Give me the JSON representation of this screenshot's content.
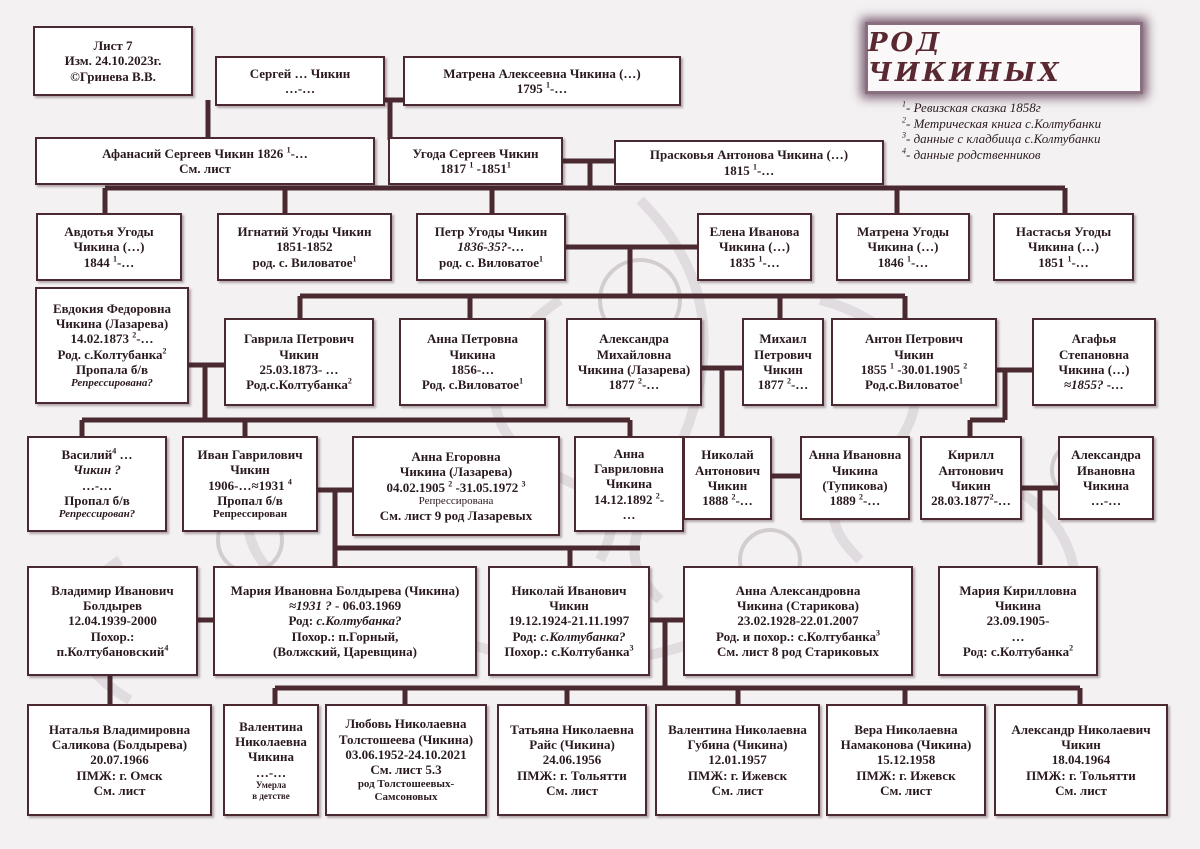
{
  "sheet": {
    "line1": "Лист 7",
    "line2": "Изм. 24.10.2023г.",
    "line3": "©Гринева В.В."
  },
  "title": "РОД ЧИКИНЫХ",
  "legend": [
    {
      "num": "1",
      "text": "- Ревизская сказка 1858г"
    },
    {
      "num": "2",
      "text": "- Метрическая книга с.Колтубанки"
    },
    {
      "num": "3",
      "text": "- данные с кладбища с.Колтубанки"
    },
    {
      "num": "4",
      "text": "- данные родственников"
    }
  ],
  "people": {
    "sergey": {
      "l1": "Сергей … Чикин",
      "l2": "…-…"
    },
    "matrena_a": {
      "l1": "Матрена Алексеевна Чикина (…)",
      "l2a": "1795 ",
      "l2s": "1",
      "l2b": "-…"
    },
    "afanasiy": {
      "l1a": "Афанасий Сергеев Чикин  1826 ",
      "l1s": "1",
      "l1b": "-…",
      "l2": "См. лист"
    },
    "ugoda": {
      "l1": "Угода Сергеев Чикин",
      "l2a": "1817 ",
      "l2s": "1",
      "l2b": " -1851",
      "l2s2": "1"
    },
    "praskovya": {
      "l1": "Прасковья Антонова Чикина (…)",
      "l2a": "1815 ",
      "l2s": "1",
      "l2b": "-…"
    },
    "avdotya": {
      "l1": "Авдотья Угоды",
      "l2": "Чикина (…)",
      "l3a": "1844 ",
      "l3s": "1",
      "l3b": "-…"
    },
    "ignatiy": {
      "l1": "Игнатий Угоды Чикин",
      "l2": "1851-1852",
      "l3a": "род. с. Виловатое",
      "l3s": "1"
    },
    "petr": {
      "l1": "Петр Угоды Чикин",
      "l2": "1836-35?-…",
      "l3a": "род. с. Виловатое",
      "l3s": "1"
    },
    "elena": {
      "l1": "Елена Иванова",
      "l2": "Чикина (…)",
      "l3a": "1835 ",
      "l3s": "1",
      "l3b": "-…"
    },
    "matrena_u": {
      "l1": "Матрена Угоды",
      "l2": "Чикина (…)",
      "l3a": "1846 ",
      "l3s": "1",
      "l3b": "-…"
    },
    "nastasya": {
      "l1": "Настасья Угоды",
      "l2": "Чикина (…)",
      "l3a": "1851 ",
      "l3s": "1",
      "l3b": "-…"
    },
    "evdokiya": {
      "l1": "Евдокия Федоровна",
      "l2": "Чикина (Лазарева)",
      "l3a": "14.02.1873 ",
      "l3s": "2",
      "l3b": "-…",
      "l4a": "Род. с.Колтубанка",
      "l4s": "2",
      "l5": "Пропала б/в",
      "l6": "Репрессирована?"
    },
    "gavrila": {
      "l1": "Гаврила Петрович",
      "l2": "Чикин",
      "l3": "25.03.1873- …",
      "l4a": "Род.с.Колтубанка",
      "l4s": "2"
    },
    "anna_p": {
      "l1": "Анна Петровна",
      "l2": "Чикина",
      "l3": "1856-…",
      "l4a": "Род. с.Виловатое",
      "l4s": "1"
    },
    "aleksandra_m": {
      "l1": "Александра",
      "l2": "Михайловна",
      "l3": "Чикина (Лазарева)",
      "l4a": "1877 ",
      "l4s": "2",
      "l4b": "-…"
    },
    "mikhail": {
      "l1": "Михаил",
      "l2": "Петрович",
      "l3": "Чикин",
      "l4a": "1877 ",
      "l4s": "2",
      "l4b": "-…"
    },
    "anton": {
      "l1": "Антон Петрович",
      "l2": "Чикин",
      "l3a": "1855 ",
      "l3s": "1",
      "l3b": " -30.01.1905 ",
      "l3s2": "2",
      "l4a": "Род.с.Виловатое",
      "l4s": "1"
    },
    "agafya": {
      "l1": "Агафья",
      "l2": "Степановна",
      "l3": "Чикина (…)",
      "l4": "≈1855? -…"
    },
    "vasiliy": {
      "l1a": "Василий",
      "l1s": "4",
      "l1b": " …",
      "l2": "Чикин ?",
      "l3": "…-…",
      "l4": "Пропал б/в",
      "l5": "Репрессирован?"
    },
    "ivan_g": {
      "l1": "Иван Гаврилович",
      "l2": "Чикин",
      "l3a": "1906-…≈1931 ",
      "l3s": "4",
      "l4": "Пропал б/в",
      "l5": "Репрессирован"
    },
    "anna_e": {
      "l1": "Анна Егоровна",
      "l2": "Чикина (Лазарева)",
      "l3a": "04.02.1905 ",
      "l3s": "2",
      "l3b": " -31.05.1972 ",
      "l3s2": "3",
      "l4": "Репрессирована",
      "l5": "См. лист 9 род Лазаревых"
    },
    "anna_g": {
      "l1": "Анна",
      "l2": "Гавриловна",
      "l3": "Чикина",
      "l4a": "14.12.1892 ",
      "l4s": "2",
      "l4b": "-",
      "l5": "…"
    },
    "nikolay_a": {
      "l1": "Николай",
      "l2": "Антонович",
      "l3": "Чикин",
      "l4a": "1888 ",
      "l4s": "2",
      "l4b": "-…"
    },
    "anna_i": {
      "l1": "Анна Ивановна",
      "l2": "Чикина",
      "l3": "(Тупикова)",
      "l4a": "1889 ",
      "l4s": "2",
      "l4b": "-…"
    },
    "kirill": {
      "l1": "Кирилл",
      "l2": "Антонович",
      "l3": "Чикин",
      "l4a": "28.03.1877",
      "l4s": "2",
      "l4b": "-…"
    },
    "aleksandra_i": {
      "l1": "Александра",
      "l2": "Ивановна",
      "l3": "Чикина",
      "l4": "…-…"
    },
    "vladimir": {
      "l1": "Владимир Иванович",
      "l2": "Болдырев",
      "l3": "12.04.1939-2000",
      "l4": "Похор.:",
      "l5a": "п.Колтубановский",
      "l5s": "4"
    },
    "mariya_i": {
      "l1": "Мария Ивановна Болдырева (Чикина)",
      "l2a": "≈1931 ?",
      "l2b": " - 06.03.1969",
      "l3a": "Род: ",
      "l3b": "с.Колтубанка?",
      "l4": "Похор.: п.Горный,",
      "l5": "(Волжский, Царевщина)"
    },
    "nikolay_i": {
      "l1": "Николай Иванович",
      "l2": "Чикин",
      "l3": "19.12.1924-21.11.1997",
      "l4a": "Род: ",
      "l4b": "с.Колтубанка?",
      "l5a": "Похор.: с.Колтубанка",
      "l5s": "3"
    },
    "anna_a": {
      "l1": "Анна Александровна",
      "l2": "Чикина (Старикова)",
      "l3": "23.02.1928-22.01.2007",
      "l4a": "Род. и похор.: с.Колтубанка",
      "l4s": "3",
      "l5": "См. лист 8 род Стариковых"
    },
    "mariya_k": {
      "l1": "Мария Кирилловна",
      "l2": "Чикина",
      "l3": "23.09.1905-",
      "l4": "…",
      "l5a": "Род: с.Колтубанка",
      "l5s": "2"
    },
    "natalya": {
      "l1": "Наталья Владимировна",
      "l2": "Саликова (Болдырева)",
      "l3": "20.07.1966",
      "l4": "ПМЖ: г. Омск",
      "l5": "См. лист"
    },
    "valentina_n": {
      "l1": "Валентина",
      "l2": "Николаевна",
      "l3": "Чикина",
      "l4": "…-…",
      "l5": "Умерла",
      "l6": "в детстве"
    },
    "lyubov": {
      "l1": "Любовь Николаевна",
      "l2": "Толстошеева (Чикина)",
      "l3": "03.06.1952-24.10.2021",
      "l4": "См. лист 5.3",
      "l5": "род Толстошеевых-",
      "l6": "Самсоновых"
    },
    "tatyana": {
      "l1": "Татьяна Николаевна",
      "l2": "Райс (Чикина)",
      "l3": "24.06.1956",
      "l4": "ПМЖ: г. Тольятти",
      "l5": "См. лист"
    },
    "valentina_g": {
      "l1": "Валентина Николаевна",
      "l2": "Губина (Чикина)",
      "l3": "12.01.1957",
      "l4": "ПМЖ: г. Ижевск",
      "l5": "См. лист"
    },
    "vera": {
      "l1": "Вера Николаевна",
      "l2": "Намаконова (Чикина)",
      "l3": "15.12.1958",
      "l4": "ПМЖ: г. Ижевск",
      "l5": "См. лист"
    },
    "aleksandr": {
      "l1": "Александр Николаевич",
      "l2": "Чикин",
      "l3": "18.04.1964",
      "l4": "ПМЖ: г. Тольятти",
      "l5": "См. лист"
    }
  }
}
